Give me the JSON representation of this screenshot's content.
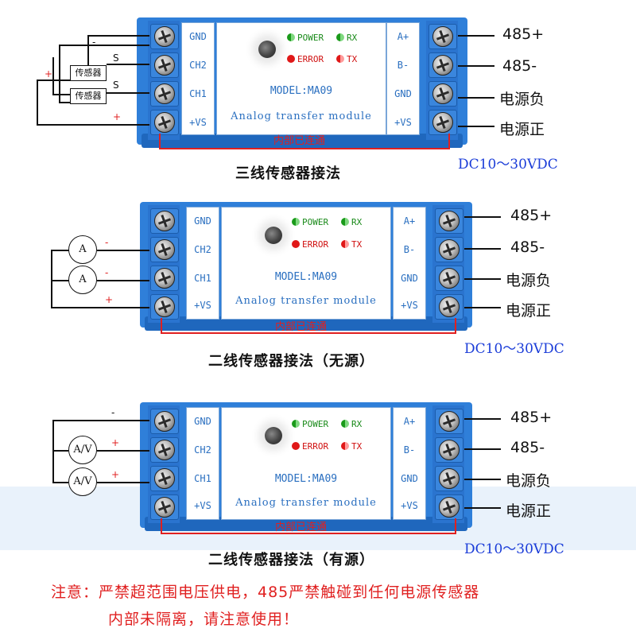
{
  "pins_left": [
    "GND",
    "CH2",
    "CH1",
    "+VS"
  ],
  "pins_right": [
    "A+",
    "B-",
    "GND",
    "+VS"
  ],
  "leds": {
    "power": "POWER",
    "rx": "RX",
    "error": "ERROR",
    "tx": "TX"
  },
  "model": "MODEL:MA09",
  "module_desc": "Analog transfer module",
  "internal_link": "内部已连通",
  "right_terminals": [
    "485+",
    "485-",
    "电源负",
    "电源正"
  ],
  "supply": "DC10～30VDC",
  "sections": [
    {
      "title": "三线传感器接法",
      "sensor_label": "传感器",
      "signal_mark": "S",
      "minus": "-",
      "plus": "+"
    },
    {
      "title": "二线传感器接法（无源）",
      "meter_label": "A",
      "minus": "-",
      "plus": "+"
    },
    {
      "title": "二线传感器接法（有源）",
      "meter_label": "A/V",
      "minus": "-",
      "plus": "+"
    }
  ],
  "notice_line1": "注意：严禁超范围电压供电，485严禁触碰到任何电源传感器",
  "notice_line2": "内部未隔离，请注意使用！",
  "colors": {
    "housing": "#2f7fd9",
    "label_text": "#2a6fc0",
    "warning": "#e02020",
    "supply_text": "#1a3cd8"
  }
}
